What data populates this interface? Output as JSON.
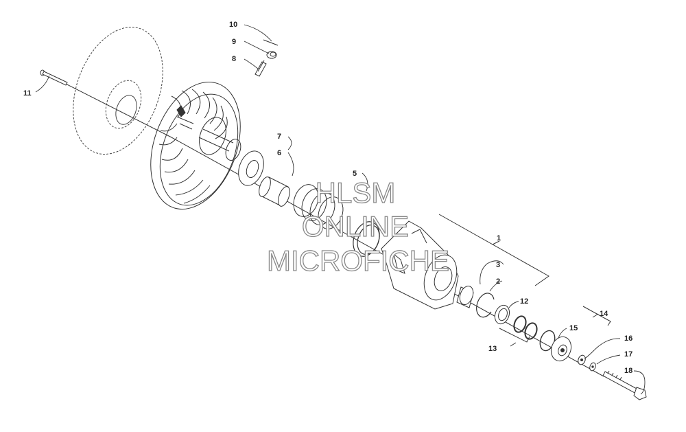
{
  "diagram": {
    "labels": {
      "p1": "1",
      "p2": "2",
      "p3": "3",
      "p5": "5",
      "p6": "6",
      "p7": "7",
      "p8": "8",
      "p9": "9",
      "p10": "10",
      "p11": "11",
      "p12": "12",
      "p13": "13",
      "p14": "14",
      "p15": "15",
      "p16": "16",
      "p17": "17",
      "p18": "18"
    }
  },
  "watermark": {
    "line1": "HLSM",
    "line2": "ONLINE",
    "line3": "MICROFICHE"
  }
}
